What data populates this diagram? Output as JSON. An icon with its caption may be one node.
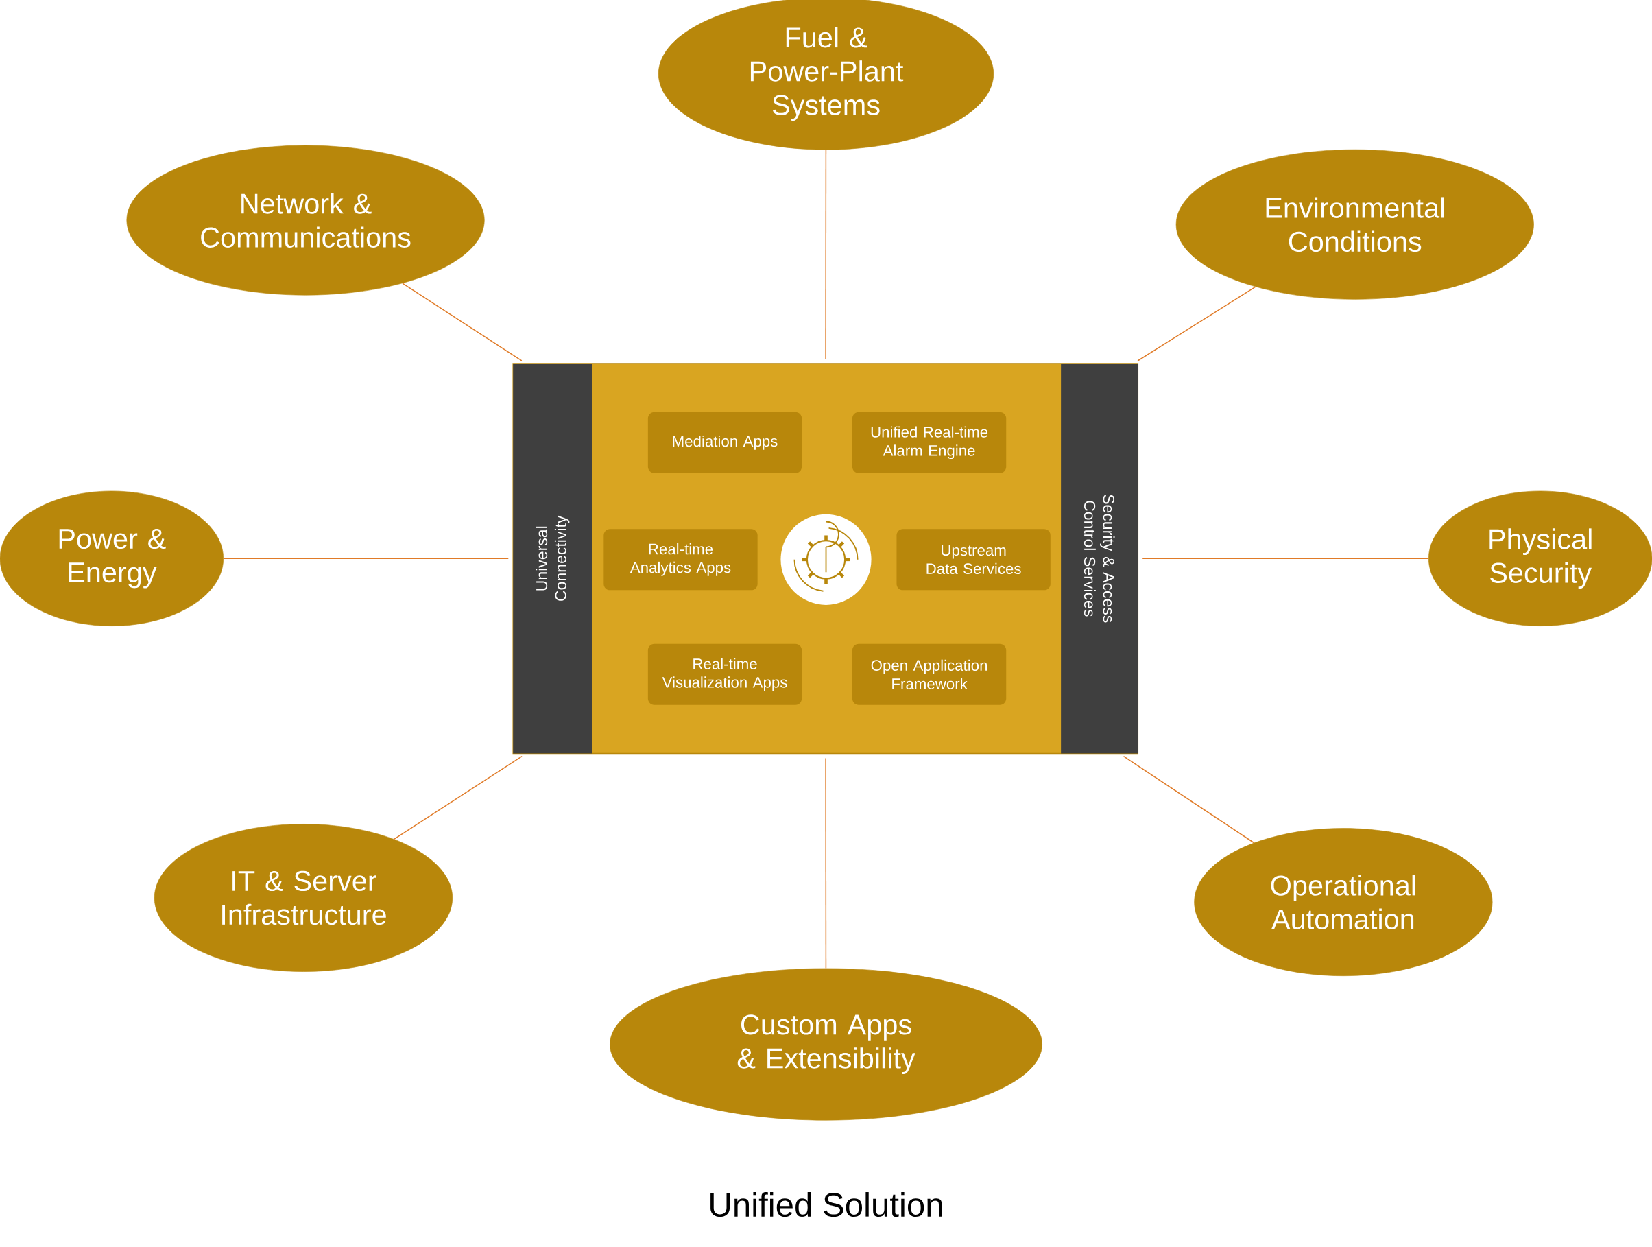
{
  "diagram": {
    "caption": "Unified Solution",
    "nodes": [
      {
        "text": [
          "Fuel & Power-Plant Systems"
        ]
      },
      {
        "text": [
          "Network & Communications"
        ]
      },
      {
        "text": [
          "Environmental Conditions"
        ]
      },
      {
        "text": [
          "Power & Energy"
        ]
      },
      {
        "text": [
          "Physical Security"
        ]
      },
      {
        "text": [
          "IT & Server Infrastructure"
        ]
      },
      {
        "text": [
          "Operational Automation"
        ]
      },
      {
        "text": [
          "Custom Apps & Extensibility"
        ]
      },
      {
        "text": [],
        "shape": "box"
      },
      {
        "text": [
          "Universal Connectivity"
        ],
        "in": 8
      },
      {
        "text": [
          "Security & Access Control Services"
        ],
        "in": 8
      },
      {
        "text": [
          "Mediation Apps"
        ],
        "in": 8
      },
      {
        "text": [
          "Unified Real-time Alarm Engine"
        ],
        "in": 8
      },
      {
        "text": [
          "Real-time Analytics Apps"
        ],
        "in": 8
      },
      {
        "text": [
          "Upstream Data Services"
        ],
        "in": 8
      },
      {
        "text": [
          "Real-time Visualization Apps"
        ],
        "in": 8
      },
      {
        "text": [
          "Open Application Framework"
        ],
        "in": 8
      }
    ],
    "edges": [
      {
        "from": 0,
        "to": 8,
        "arrow": "none"
      },
      {
        "from": 1,
        "to": 8,
        "arrow": "none"
      },
      {
        "from": 2,
        "to": 8,
        "arrow": "none"
      },
      {
        "from": 3,
        "to": 8,
        "arrow": "none"
      },
      {
        "from": 4,
        "to": 8,
        "arrow": "none"
      },
      {
        "from": 5,
        "to": 8,
        "arrow": "none"
      },
      {
        "from": 6,
        "to": 8,
        "arrow": "none"
      },
      {
        "from": 7,
        "to": 8,
        "arrow": "none"
      }
    ]
  }
}
